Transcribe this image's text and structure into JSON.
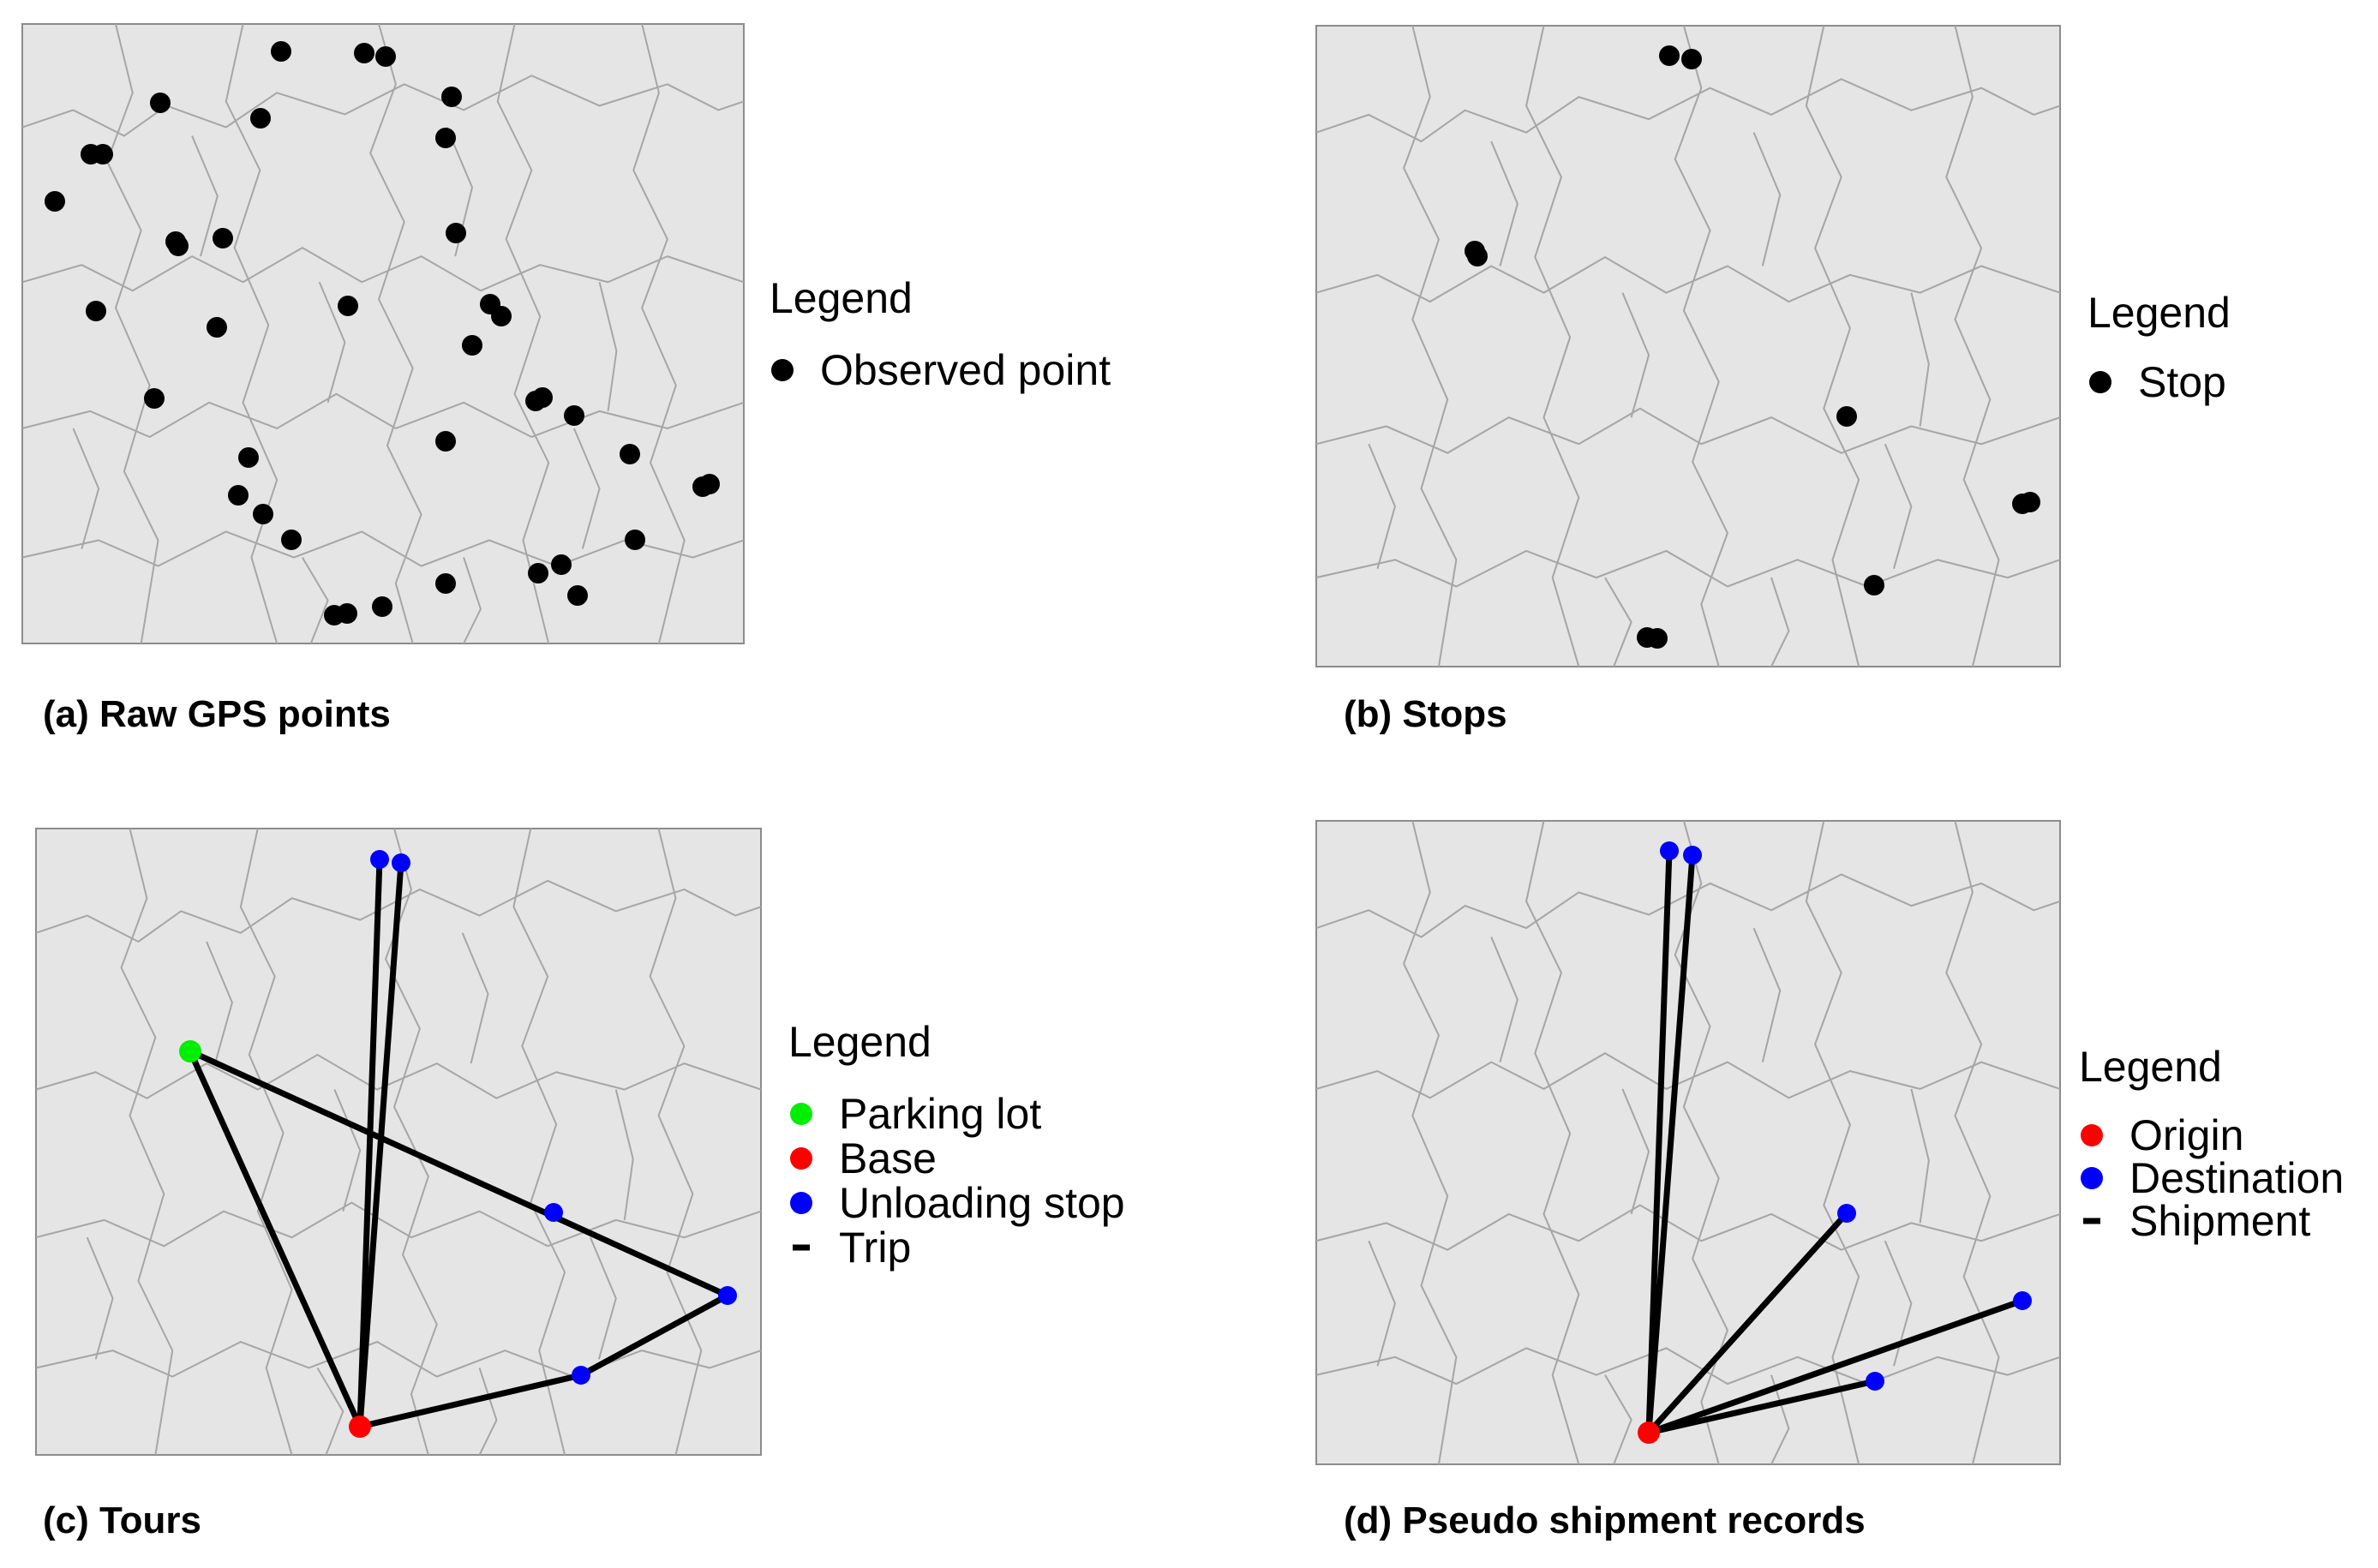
{
  "colors": {
    "map_fill": "#e5e5e5",
    "boundary": "#a6a6a6",
    "point": "#000000",
    "parking_lot": "#00ee00",
    "base": "#ff0000",
    "unloading": "#0000ff",
    "trip_line": "#000000"
  },
  "panels": [
    {
      "id": "a",
      "caption": "(a) Raw GPS points",
      "legend": {
        "title": "Legend",
        "items": [
          {
            "kind": "dot",
            "color_key": "point",
            "label": "Observed point"
          }
        ]
      }
    },
    {
      "id": "b",
      "caption": "(b) Stops",
      "legend": {
        "title": "Legend",
        "items": [
          {
            "kind": "dot",
            "color_key": "point",
            "label": "Stop"
          }
        ]
      }
    },
    {
      "id": "c",
      "caption": "(c) Tours",
      "legend": {
        "title": "Legend",
        "items": [
          {
            "kind": "dot",
            "color_key": "parking_lot",
            "label": "Parking lot"
          },
          {
            "kind": "dot",
            "color_key": "base",
            "label": "Base"
          },
          {
            "kind": "dot",
            "color_key": "unloading",
            "label": "Unloading stop"
          },
          {
            "kind": "line",
            "color_key": "trip_line",
            "label": "Trip"
          }
        ]
      }
    },
    {
      "id": "d",
      "caption": "(d) Pseudo shipment records",
      "legend": {
        "title": "Legend",
        "items": [
          {
            "kind": "dot",
            "color_key": "base",
            "label": "Origin"
          },
          {
            "kind": "dot",
            "color_key": "unloading",
            "label": "Destination"
          },
          {
            "kind": "line",
            "color_key": "trip_line",
            "label": "Shipment"
          }
        ]
      }
    }
  ]
}
